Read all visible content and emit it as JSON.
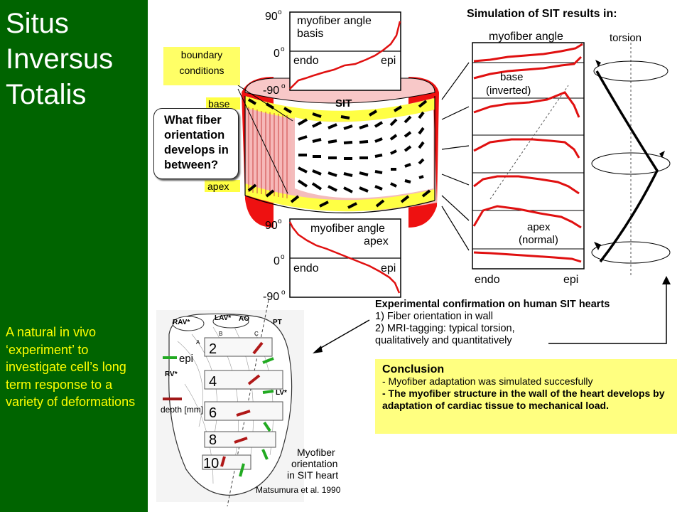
{
  "sidebar": {
    "title_lines": [
      "Situs",
      "Inversus",
      "Totalis"
    ],
    "description": "A natural in vivo ‘experiment’ to investigate cell’s long term response to a variety of deformations",
    "bg_color": "#006400",
    "desc_color": "#ffff00"
  },
  "left_diagram": {
    "boundary_label": "boundary conditions",
    "question": "What fiber orientation develops in between?",
    "base_label": "base",
    "apex_label": "apex",
    "sit_label": "SIT",
    "top_plot": {
      "y_top": "90",
      "y_mid": "0",
      "y_bot": "-90",
      "deg": "o",
      "title": "myofiber angle",
      "subtitle": "basis",
      "x_left": "endo",
      "x_right": "epi"
    },
    "bottom_plot": {
      "y_top": "90",
      "y_mid": "0",
      "y_bot": "-90",
      "deg": "o",
      "title": "myofiber angle",
      "subtitle": "apex",
      "x_left": "endo",
      "x_right": "epi"
    }
  },
  "simulation": {
    "heading": "Simulation of SIT results in:",
    "myofiber_label": "myofiber angle",
    "torsion_label": "torsion",
    "base_label": "base",
    "base_note": "(inverted)",
    "apex_label": "apex",
    "apex_note": "(normal)",
    "x_left": "endo",
    "x_right": "epi"
  },
  "experiment": {
    "heading": "Experimental confirmation on human SIT hearts",
    "line1": "1) Fiber orientation in wall",
    "line2": "2) MRI-tagging: typical torsion,",
    "line3": "qualitatively and quantitatively"
  },
  "conclusion": {
    "heading": "Conclusion",
    "line1": "- Myofiber adaptation was simulated succesfully",
    "line2": "- The myofiber structure in the wall of the heart develops by adaptation of cardiac tissue to mechanical load."
  },
  "heart": {
    "labels": [
      "RAV*",
      "LAV*",
      "AO",
      "PT",
      "RV*",
      "LV*",
      "A",
      "B",
      "C"
    ],
    "epi_label": "epi",
    "depth_label": "depth [mm]",
    "depths": [
      "2",
      "4",
      "6",
      "8",
      "10"
    ],
    "caption_lines": [
      "Myofiber",
      "orientation",
      "in SIT heart"
    ],
    "citation": "Matsumura et al. 1990"
  }
}
